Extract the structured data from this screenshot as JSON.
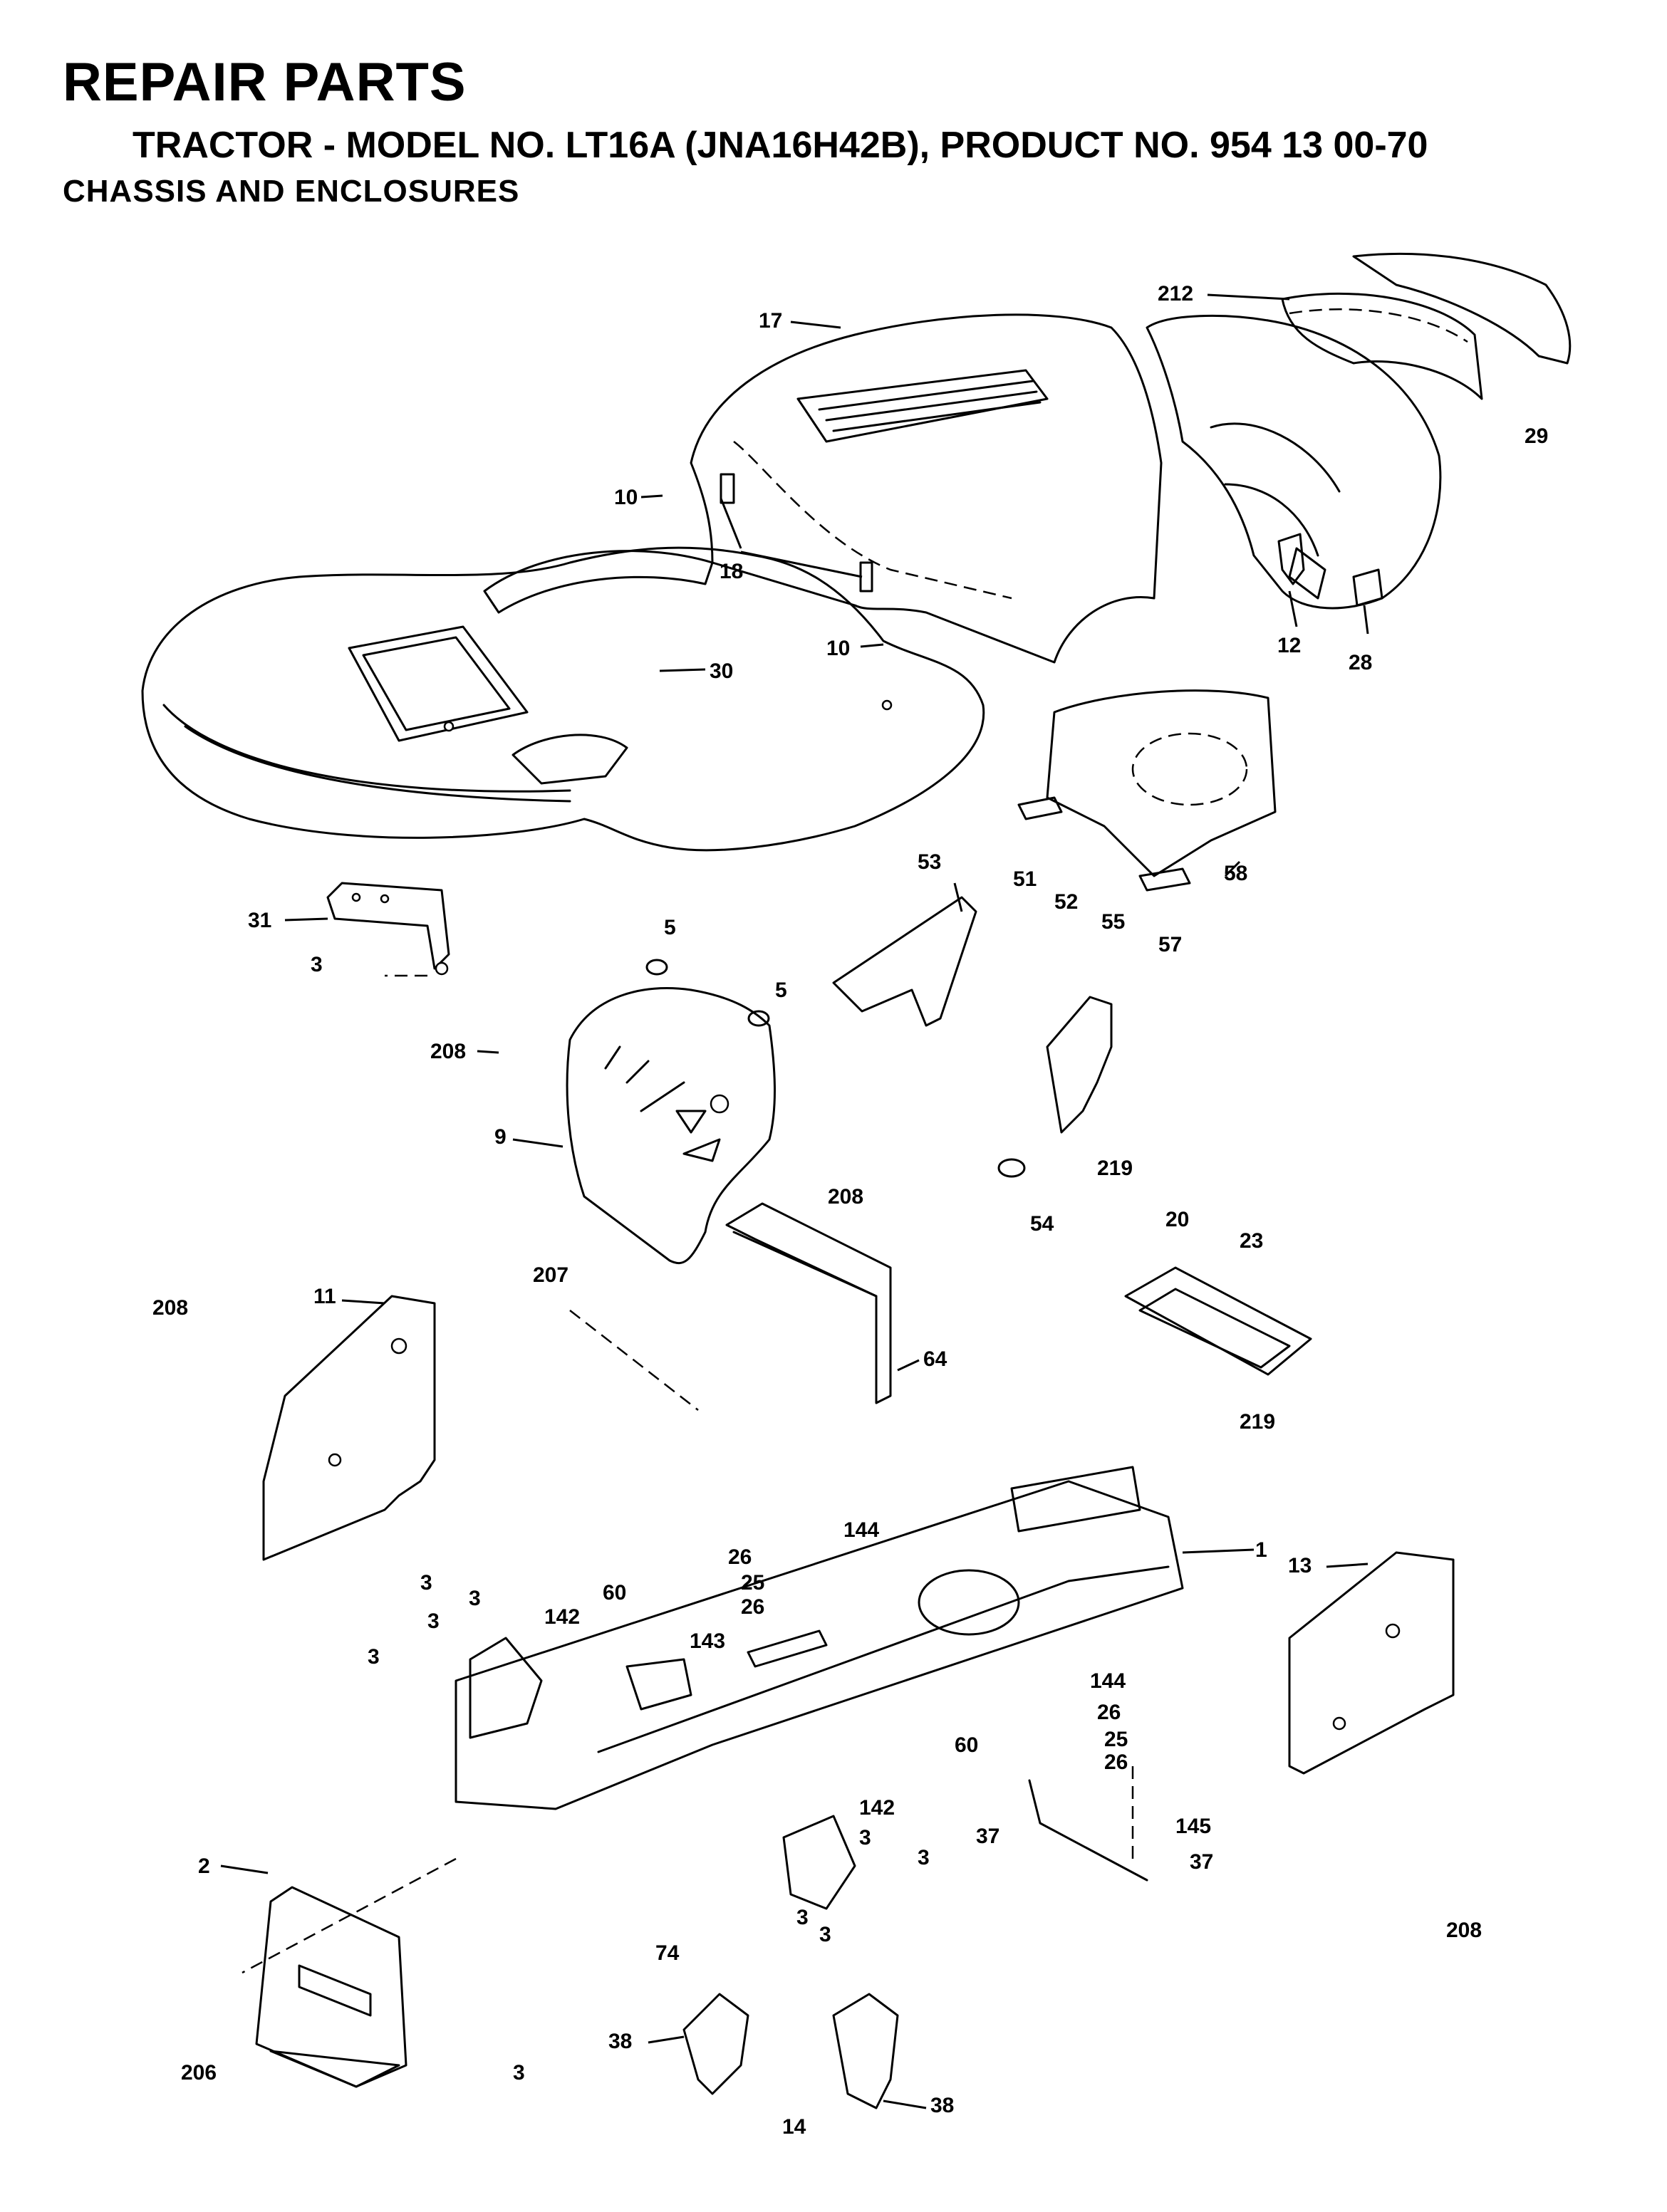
{
  "header": {
    "title": "REPAIR PARTS",
    "subtitle": "TRACTOR - MODEL NO. LT16A (JNA16H42B), PRODUCT NO. 954 13 00-70",
    "section": "CHASSIS AND ENCLOSURES"
  },
  "callouts": {
    "c212": "212",
    "c17": "17",
    "c29": "29",
    "c10a": "10",
    "c18": "18",
    "c10b": "10",
    "c12": "12",
    "c28": "28",
    "c30": "30",
    "c58": "58",
    "c31": "31",
    "c3a": "3",
    "c53": "53",
    "c51": "51",
    "c52": "52",
    "c55": "55",
    "c57": "57",
    "c5a": "5",
    "c5b": "5",
    "c208a": "208",
    "c9": "9",
    "c208b": "208",
    "c54": "54",
    "c219a": "219",
    "c20": "20",
    "c23": "23",
    "c207": "207",
    "c64": "64",
    "c208c": "208",
    "c11": "11",
    "c219b": "219",
    "c1": "1",
    "c13": "13",
    "c144a": "144",
    "c26a": "26",
    "c25a": "25",
    "c26b": "26",
    "c3b": "3",
    "c3c": "3",
    "c3d": "3",
    "c3e": "3",
    "c60a": "60",
    "c142a": "142",
    "c143": "143",
    "c144b": "144",
    "c26c": "26",
    "c25b": "25",
    "c26d": "26",
    "c60b": "60",
    "c142b": "142",
    "c3f": "3",
    "c3g": "3",
    "c3h": "3",
    "c3i": "3",
    "c37a": "37",
    "c145": "145",
    "c37b": "37",
    "c208d": "208",
    "c2": "2",
    "c74": "74",
    "c206": "206",
    "c3j": "3",
    "c38a": "38",
    "c14": "14",
    "c38b": "38"
  }
}
